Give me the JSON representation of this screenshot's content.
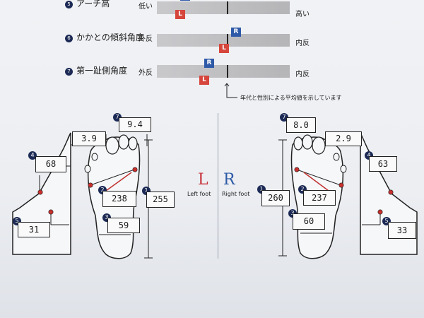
{
  "rows": [
    {
      "num": "5",
      "label": "アーチ高",
      "left": "低い",
      "right": "高い"
    },
    {
      "num": "6",
      "label": "かかとの傾斜角度",
      "left": "外反",
      "right": "内反"
    },
    {
      "num": "7",
      "label": "第一趾側角度",
      "left": "外反",
      "right": "内反"
    }
  ],
  "markers": {
    "r": "R",
    "l": "L"
  },
  "note": "年代と性別による平均値を示しています",
  "center": {
    "l": "L",
    "r": "R",
    "left_foot": "Left foot",
    "right_foot": "Right foot"
  },
  "left_foot": {
    "toe_angle": "9.4",
    "toe_width": "3.9",
    "arch": "68",
    "width": "238",
    "length": "255",
    "heel": "59",
    "heel_angle": "31"
  },
  "right_foot": {
    "toe_angle": "8.0",
    "toe_width": "2.9",
    "arch": "63",
    "width": "237",
    "length": "260",
    "heel": "60",
    "heel_angle": "33"
  },
  "circle_labels": {
    "c1": "1",
    "c2": "2",
    "c3": "3",
    "c4": "4",
    "c5": "5",
    "c7": "7"
  }
}
